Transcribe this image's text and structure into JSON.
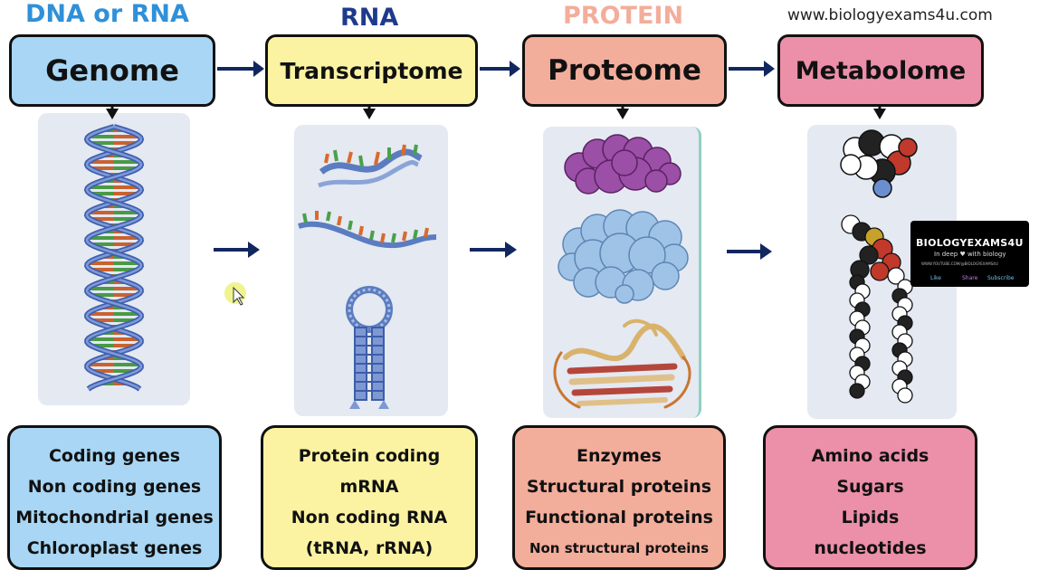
{
  "website": "www.biologyexams4u.com",
  "colors": {
    "genome": "#a8d6f4",
    "transcriptome": "#fbf3a2",
    "proteome": "#f3ad9b",
    "metabolome": "#ec8fa9",
    "arrow": "#12275f",
    "panel": "#e4e9f2"
  },
  "columns": [
    {
      "category": "DNA or RNA",
      "category_color": "#2f90d9",
      "title": "Genome",
      "items": [
        "Coding genes",
        "Non coding genes",
        "Mitochondrial genes",
        "Chloroplast genes"
      ]
    },
    {
      "category": "RNA",
      "category_color": "#1f3a8c",
      "title": "Transcriptome",
      "items": [
        "Protein coding",
        "mRNA",
        "Non coding RNA",
        "(tRNA, rRNA)"
      ]
    },
    {
      "category": "PROTEIN",
      "category_color": "#f3ad9b",
      "title": "Proteome",
      "items": [
        "Enzymes",
        "Structural proteins",
        "Functional proteins",
        "Non structural proteins"
      ]
    },
    {
      "category": "",
      "title": "Metabolome",
      "items": [
        "Amino acids",
        "Sugars",
        "Lipids",
        "nucleotides"
      ]
    }
  ],
  "logo": {
    "brand": "BIOLOGYEXAMS4U",
    "tagline": "In deep ♥ with biology",
    "url": "WWW.YOUTUBE.COM/@BIOLOGYEXAMS4U",
    "actions": [
      "Like",
      "Share",
      "Subscribe"
    ]
  }
}
